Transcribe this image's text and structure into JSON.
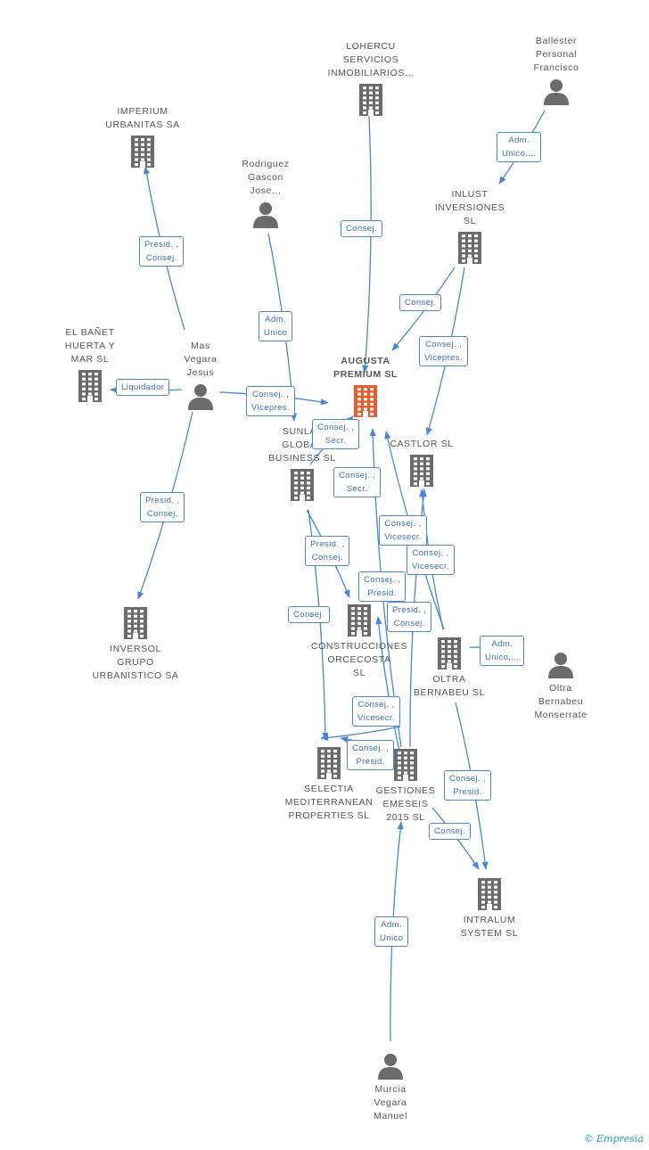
{
  "colors": {
    "edge": "#4a86d4",
    "node_icon": "#6b6b6b",
    "main_icon": "#ef5a2a",
    "label_text": "#555555",
    "edge_label_text": "#3a6fb0",
    "brand": "#1a9bd7"
  },
  "nodes": [
    {
      "id": "lohercu",
      "type": "company",
      "label": "LOHERCU\nSERVICIOS\nINMOBILIARIOS..."
    },
    {
      "id": "ballester",
      "type": "person",
      "label": "Ballester\nPersonal\nFrancisco"
    },
    {
      "id": "imperium",
      "type": "company",
      "label": "IMPERIUM\nURBANITAS SA"
    },
    {
      "id": "rodriguez",
      "type": "person",
      "label": "Rodriguez\nGascon\nJose..."
    },
    {
      "id": "inlust",
      "type": "company",
      "label": "INLUST\nINVERSIONES\nSL"
    },
    {
      "id": "elbanet",
      "type": "company",
      "label": "EL BAÑET\nHUERTA Y\nMAR SL"
    },
    {
      "id": "mas",
      "type": "person",
      "label": "Mas\nVegara\nJesus"
    },
    {
      "id": "augusta",
      "type": "company",
      "main": true,
      "label": "AUGUSTA\nPREMIUM SL"
    },
    {
      "id": "sunlat",
      "type": "company",
      "label": "SUNLAT\nGLOBAL\nBUSINESS SL"
    },
    {
      "id": "castlor",
      "type": "company",
      "label": "CASTLOR SL"
    },
    {
      "id": "inversol",
      "type": "company",
      "label": "INVERSOL\nGRUPO\nURBANISTICO SA"
    },
    {
      "id": "construcciones",
      "type": "company",
      "label": "CONSTRUCCIONES\nORCECOSTA\nSL"
    },
    {
      "id": "oltrabernabeu",
      "type": "company",
      "label": "OLTRA\nBERNABEU SL"
    },
    {
      "id": "oltraperson",
      "type": "person",
      "label": "Oltra\nBernabeu\nMonserrate"
    },
    {
      "id": "selectia",
      "type": "company",
      "label": "SELECTIA\nMEDITERRANEAN\nPROPERTIES SL"
    },
    {
      "id": "gestiones",
      "type": "company",
      "label": "GESTIONES\nEMESEIS\n2015 SL"
    },
    {
      "id": "intralum",
      "type": "company",
      "label": "INTRALUM\nSYSTEM SL"
    },
    {
      "id": "murcia",
      "type": "person",
      "label": "Murcia\nVegara\nManuel"
    }
  ],
  "edges": [
    {
      "from": "ballester",
      "to": "inlust",
      "label": "Adm.\nUnico,..."
    },
    {
      "from": "mas",
      "to": "imperium",
      "label": "Presid. ,\nConsej."
    },
    {
      "from": "lohercu",
      "to": "augusta",
      "label": "Consej."
    },
    {
      "from": "rodriguez",
      "to": "sunlat",
      "label": "Adm.\nUnico"
    },
    {
      "from": "inlust",
      "to": "augusta",
      "label": "Consej."
    },
    {
      "from": "inlust",
      "to": "castlor",
      "label": "Consej. ,\nVicepres."
    },
    {
      "from": "mas",
      "to": "elbanet",
      "label": "Liquidador"
    },
    {
      "from": "mas",
      "to": "augusta",
      "label": "Consej. ,\nVicepres."
    },
    {
      "from": "mas",
      "to": "inversol",
      "label": "Presid. ,\nConsej."
    },
    {
      "from": "sunlat",
      "to": "augusta",
      "label": "Consej. ,\nSecr."
    },
    {
      "from": "gestiones",
      "to": "augusta",
      "label": "Consej. ,\nSecr."
    },
    {
      "from": "sunlat",
      "to": "construcciones",
      "label": "Presid. ,\nConsej."
    },
    {
      "from": "sunlat",
      "to": "selectia",
      "label": "Consej."
    },
    {
      "from": "gestiones",
      "to": "castlor",
      "label": "Consej. ,\nVicesecr."
    },
    {
      "from": "oltrabernabeu",
      "to": "castlor",
      "label": "Consej. ,\nVicesecr."
    },
    {
      "from": "gestiones",
      "to": "construcciones",
      "label": "Consej. ,\nPresid."
    },
    {
      "from": "oltrabernabeu",
      "to": "augusta",
      "label": "Presid. ,\nConsej."
    },
    {
      "from": "oltraperson",
      "to": "oltrabernabeu",
      "label": "Adm.\nUnico,..."
    },
    {
      "from": "gestiones",
      "to": "selectia",
      "label": "Consej. ,\nVicesecr."
    },
    {
      "from": "gestiones",
      "to": "selectia",
      "label": "Consej. ,\nPresid."
    },
    {
      "from": "oltrabernabeu",
      "to": "intralum",
      "label": "Consej. ,\nPresid."
    },
    {
      "from": "gestiones",
      "to": "intralum",
      "label": "Consej."
    },
    {
      "from": "murcia",
      "to": "gestiones",
      "label": "Adm.\nUnico"
    }
  ],
  "brand": {
    "symbol": "©",
    "name": "Empresia"
  }
}
